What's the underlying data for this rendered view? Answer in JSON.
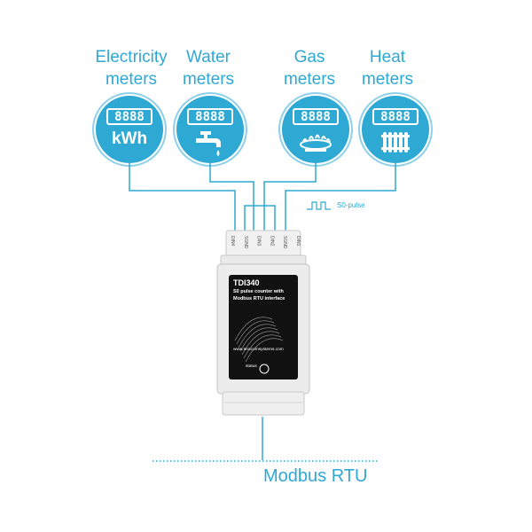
{
  "meters": [
    {
      "title_line1": "Electricity",
      "title_line2": "meters",
      "display": "8888",
      "symbol": "kWh",
      "icon": "kwh-text"
    },
    {
      "title_line1": "Water",
      "title_line2": "meters",
      "display": "8888",
      "icon": "faucet-icon"
    },
    {
      "title_line1": "Gas",
      "title_line2": "meters",
      "display": "8888",
      "icon": "gas-flame-icon"
    },
    {
      "title_line1": "Heat",
      "title_line2": "meters",
      "display": "8888",
      "icon": "radiator-icon"
    }
  ],
  "pulse_label": "S0-pulse",
  "device": {
    "model": "TDI340",
    "desc_line1": "S0 pulse counter with",
    "desc_line2": "Modbus RTU interface",
    "url": "www.teracomsystems.com",
    "status_label": "status",
    "pins": [
      "DIN4",
      "SGND",
      "DIN3",
      "DIN2",
      "SGND",
      "DIN1"
    ]
  },
  "bus_label": "Modbus RTU",
  "colors": {
    "accent": "#2ea9d3",
    "device_body": "#ececec",
    "device_face": "#111111"
  }
}
